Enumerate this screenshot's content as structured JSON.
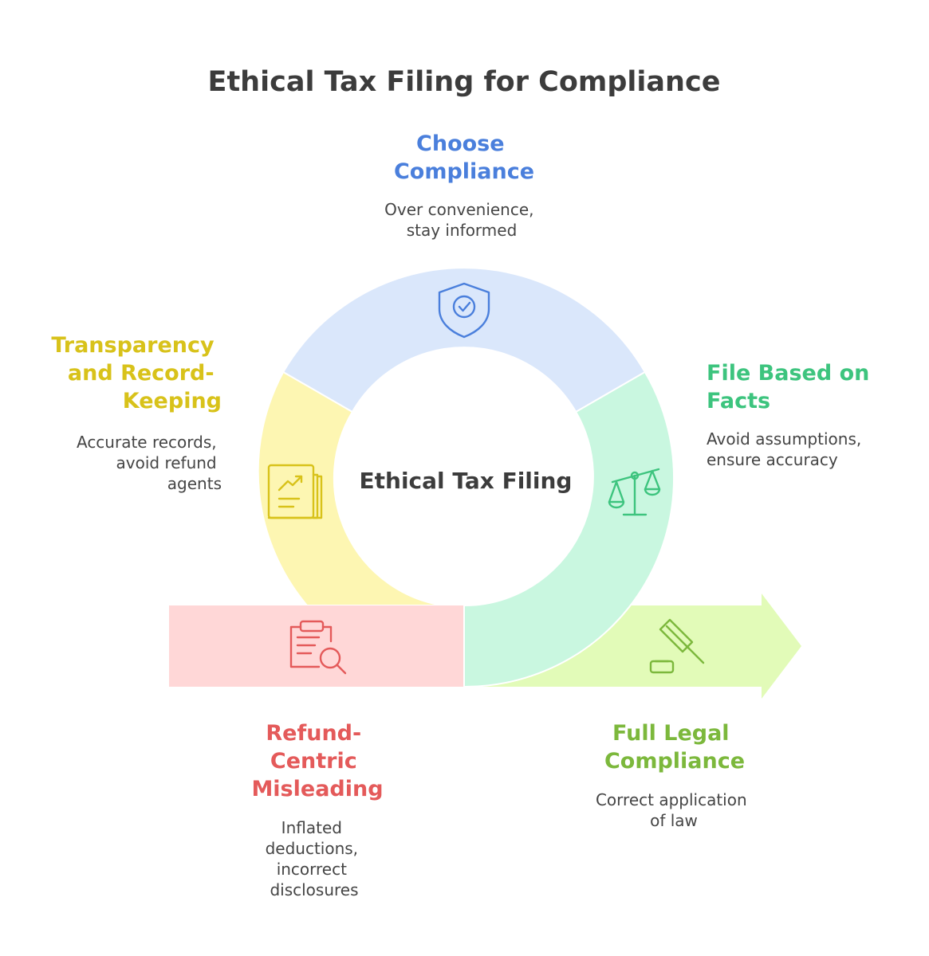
{
  "title": "Ethical Tax Filing for Compliance",
  "center_label": "Ethical Tax Filing",
  "colors": {
    "blue": "#4a7fdc",
    "blue_fill": "#dae7fb",
    "yellow": "#d8c21a",
    "yellow_fill": "#fdf6b2",
    "green": "#3dc47e",
    "green_fill": "#c9f7e0",
    "red": "#e45a5a",
    "red_fill": "#ffd7d7",
    "lime": "#7cb83c",
    "lime_fill": "#e2fbb8"
  },
  "segments": {
    "choose": {
      "heading": [
        "Choose",
        "Compliance"
      ],
      "description": [
        "Over convenience,",
        "stay informed"
      ],
      "icon": "shield-check-icon"
    },
    "transparency": {
      "heading": [
        "Transparency",
        "and Record-",
        "Keeping"
      ],
      "description": [
        "Accurate records,",
        "avoid refund",
        "agents"
      ],
      "icon": "report-chart-icon"
    },
    "facts": {
      "heading": [
        "File Based on",
        "Facts"
      ],
      "description": [
        "Avoid assumptions,",
        "ensure accuracy"
      ],
      "icon": "scales-icon"
    },
    "refund": {
      "heading": [
        "Refund-",
        "Centric",
        "Misleading"
      ],
      "description": [
        "Inflated",
        "deductions,",
        "incorrect",
        "disclosures"
      ],
      "icon": "clipboard-search-icon"
    },
    "legal": {
      "heading": [
        "Full Legal",
        "Compliance"
      ],
      "description": [
        "Correct application",
        "of law"
      ],
      "icon": "gavel-icon"
    }
  }
}
